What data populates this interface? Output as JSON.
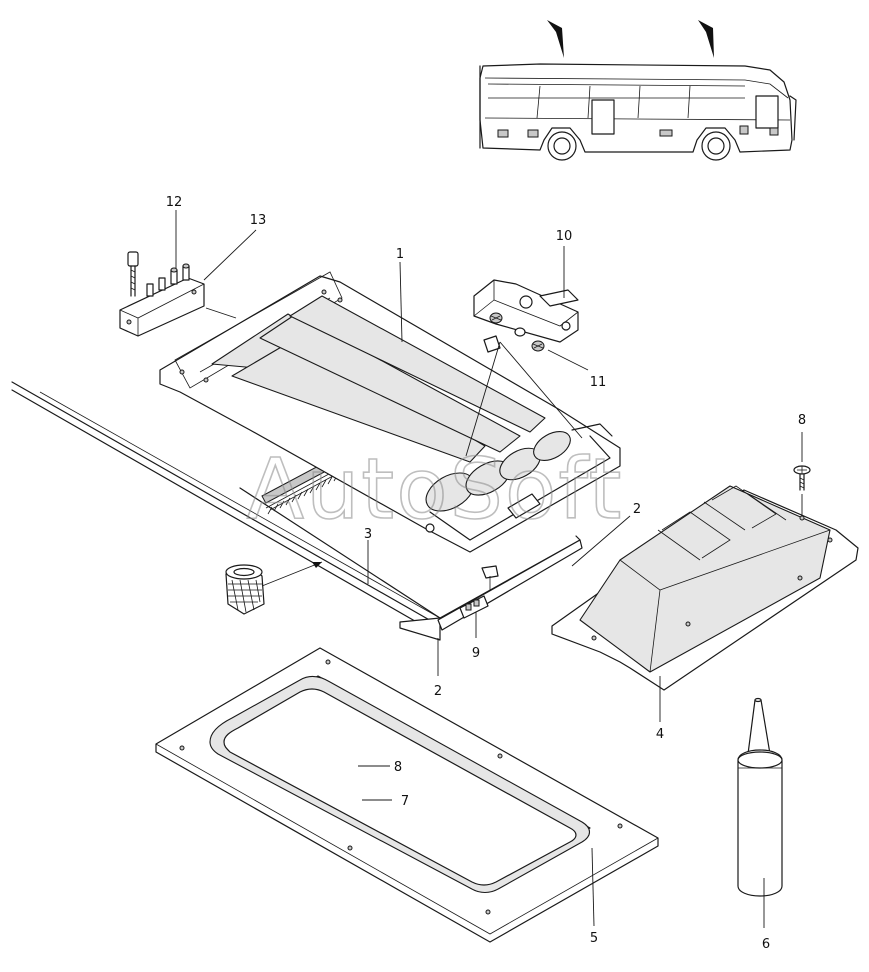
{
  "watermark": "AutoSoft",
  "callouts": [
    {
      "id": "c1",
      "label": "1"
    },
    {
      "id": "c2a",
      "label": "2"
    },
    {
      "id": "c2b",
      "label": "2"
    },
    {
      "id": "c3",
      "label": "3"
    },
    {
      "id": "c4",
      "label": "4"
    },
    {
      "id": "c5",
      "label": "5"
    },
    {
      "id": "c6",
      "label": "6"
    },
    {
      "id": "c7",
      "label": "7"
    },
    {
      "id": "c8a",
      "label": "8"
    },
    {
      "id": "c8b",
      "label": "8"
    },
    {
      "id": "c9",
      "label": "9"
    },
    {
      "id": "c10",
      "label": "10"
    },
    {
      "id": "c11",
      "label": "11"
    },
    {
      "id": "c12",
      "label": "12"
    },
    {
      "id": "c13",
      "label": "13"
    }
  ]
}
